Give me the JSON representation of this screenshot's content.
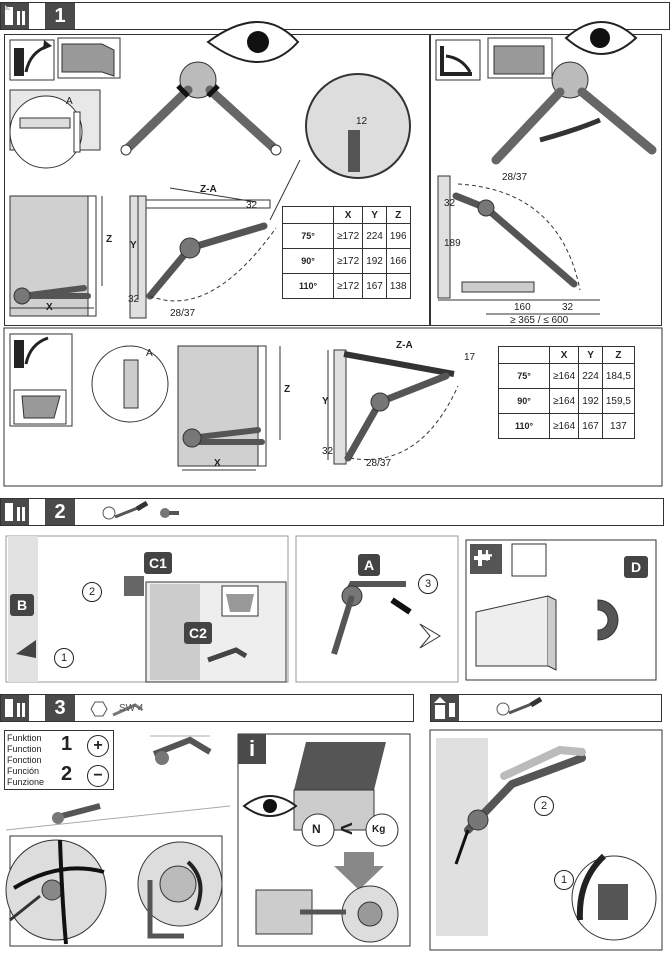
{
  "colors": {
    "dark": "#4a4a4a",
    "arm": "#6a6a6a",
    "line": "#333333",
    "wall": "#d8d8d8"
  },
  "icons": [
    "installation-icon",
    "eye-icon",
    "flap-up-icon",
    "flap-down-icon",
    "screwdriver-icon",
    "screw-icon",
    "magnet-icon",
    "hex-key-icon",
    "spring-icon",
    "weight-icon",
    "info-icon",
    "plus-icon",
    "minus-icon",
    "removal-icon"
  ],
  "section1": {
    "step": "1",
    "dims_a": {
      "z_a": "Z-A",
      "d32": "32",
      "d12": "12",
      "z": "Z",
      "y": "Y",
      "x": "X",
      "a": "A",
      "d28": "28/37",
      "d32b": "32"
    },
    "dims_b": {
      "d28": "28/37",
      "d189": "189",
      "d32": "32",
      "d160": "160",
      "d32b": "32",
      "range": "≥ 365 / ≤ 600"
    },
    "dims_c": {
      "a": "A",
      "z": "Z",
      "x": "X",
      "z_a": "Z-A",
      "d17": "17",
      "y": "Y",
      "d32": "32",
      "d28": "28/37"
    },
    "table1": {
      "headers": [
        "X",
        "Y",
        "Z"
      ],
      "rows": [
        {
          "angle": "75°",
          "x": "≥172",
          "y": "224",
          "z": "196"
        },
        {
          "angle": "90°",
          "x": "≥172",
          "y": "192",
          "z": "166"
        },
        {
          "angle": "110°",
          "x": "≥172",
          "y": "167",
          "z": "138"
        }
      ]
    },
    "table2": {
      "headers": [
        "X",
        "Y",
        "Z"
      ],
      "rows": [
        {
          "angle": "75°",
          "x": "≥164",
          "y": "224",
          "z": "184,5"
        },
        {
          "angle": "90°",
          "x": "≥164",
          "y": "192",
          "z": "159,5"
        },
        {
          "angle": "110°",
          "x": "≥164",
          "y": "167",
          "z": "137"
        }
      ]
    }
  },
  "section2": {
    "step": "2",
    "labels": {
      "b": "B",
      "c1": "C1",
      "c2": "C2",
      "a": "A",
      "d": "D",
      "n1": "1",
      "n2": "2",
      "n3": "3",
      "plus": "+"
    }
  },
  "section3": {
    "step": "3",
    "tool": "SW 4",
    "function_words": [
      "Funktion",
      "Function",
      "Fonction",
      "Función",
      "Funzione"
    ],
    "f1": "1",
    "f2": "2",
    "plus": "+",
    "minus": "−",
    "info": "i",
    "spring": "N",
    "less": "<",
    "weight": "Kg"
  },
  "section4": {
    "n1": "1",
    "n2": "2"
  }
}
